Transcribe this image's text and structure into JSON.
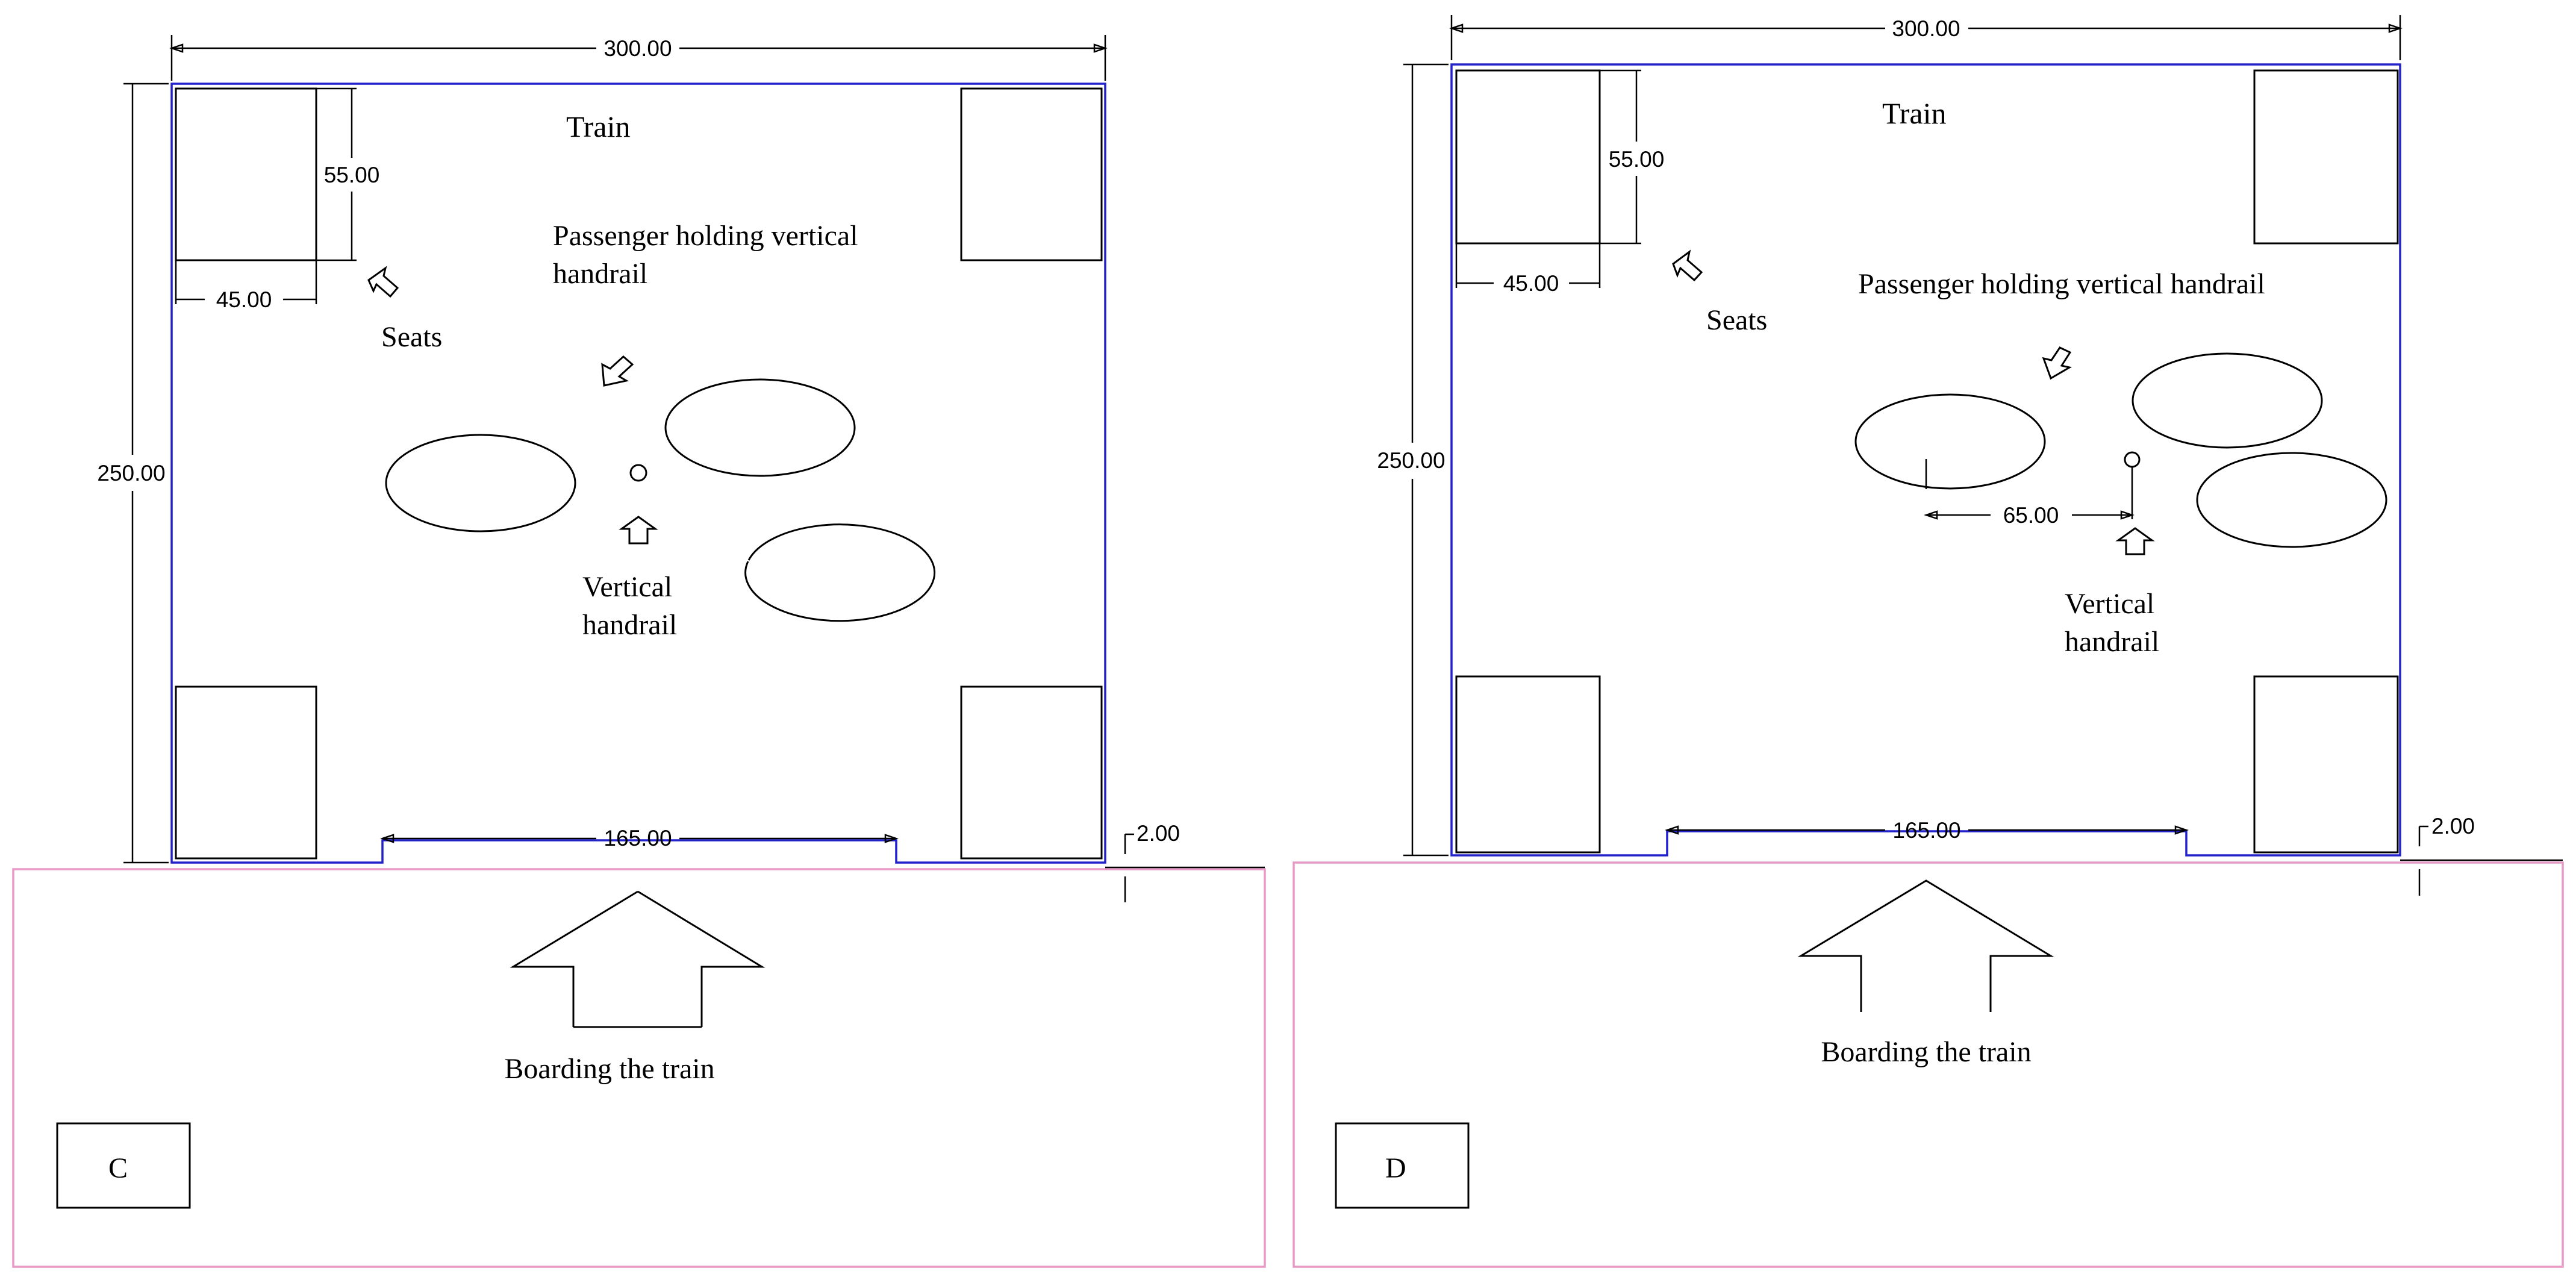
{
  "panels": [
    {
      "id": "C",
      "label": "C",
      "train_label": "Train",
      "seats_label": "Seats",
      "passenger_label_line1": "Passenger holding vertical",
      "passenger_label_line2": "handrail",
      "handrail_label_line1": "Vertical",
      "handrail_label_line2": "handrail",
      "boarding_label": "Boarding the train",
      "dims": {
        "width": "300.00",
        "height": "250.00",
        "seat_depth": "55.00",
        "seat_width": "45.00",
        "door_width": "165.00",
        "step_gap": "2.00"
      }
    },
    {
      "id": "D",
      "label": "D",
      "train_label": "Train",
      "seats_label": "Seats",
      "passenger_label": "Passenger holding vertical handrail",
      "handrail_label_line1": "Vertical",
      "handrail_label_line2": "handrail",
      "boarding_label": "Boarding the train",
      "dims": {
        "width": "300.00",
        "height": "250.00",
        "seat_depth": "55.00",
        "seat_width": "45.00",
        "door_width": "165.00",
        "step_gap": "2.00",
        "passenger_distance": "65.00"
      }
    }
  ]
}
